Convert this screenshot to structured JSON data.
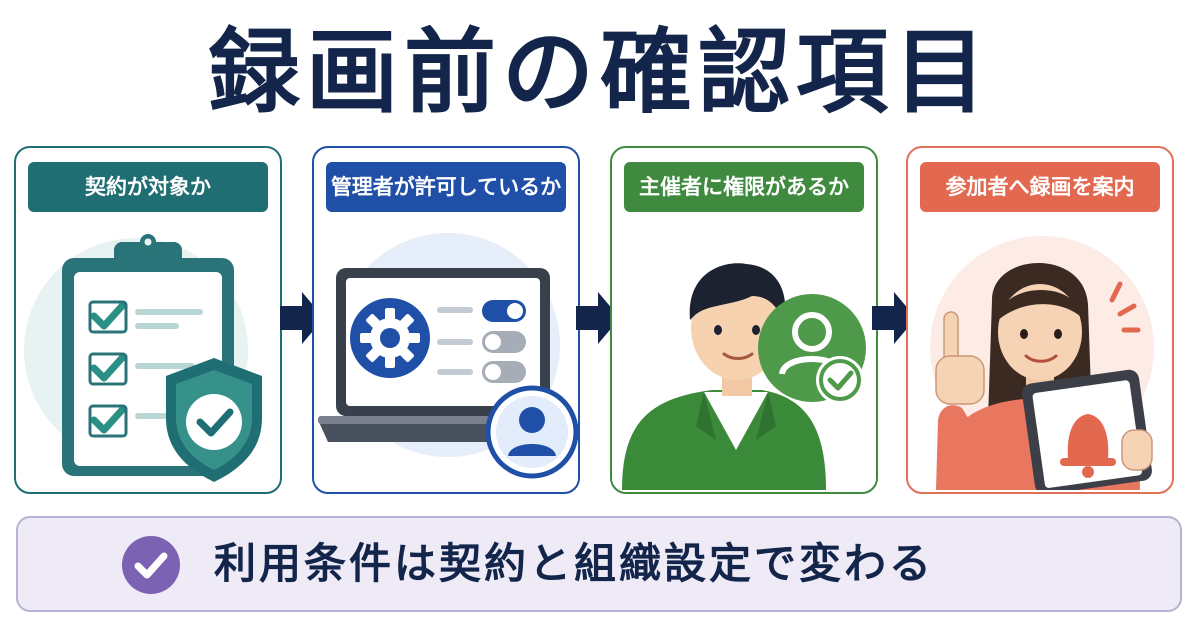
{
  "title": "録画前の確認項目",
  "steps": [
    {
      "label": "契約が対象か",
      "color": "#1f6e74"
    },
    {
      "label": "管理者が許可しているか",
      "color": "#1f4fa6"
    },
    {
      "label": "主催者に権限があるか",
      "color": "#3f8a3f"
    },
    {
      "label": "参加者へ録画を案内",
      "color": "#e2684f"
    }
  ],
  "icons": [
    "clipboard-checklist-icon",
    "shield-check-icon",
    "laptop-settings-icon",
    "gear-icon",
    "user-icon",
    "host-person-icon",
    "user-check-icon",
    "participant-pointing-icon",
    "bell-icon"
  ],
  "footer": {
    "message": "利用条件は契約と組織設定で変わる"
  },
  "colors": {
    "title": "#13254a",
    "arrow": "#13254a",
    "footer_bg": "#eeebf6",
    "footer_check": "#7b62b3"
  }
}
